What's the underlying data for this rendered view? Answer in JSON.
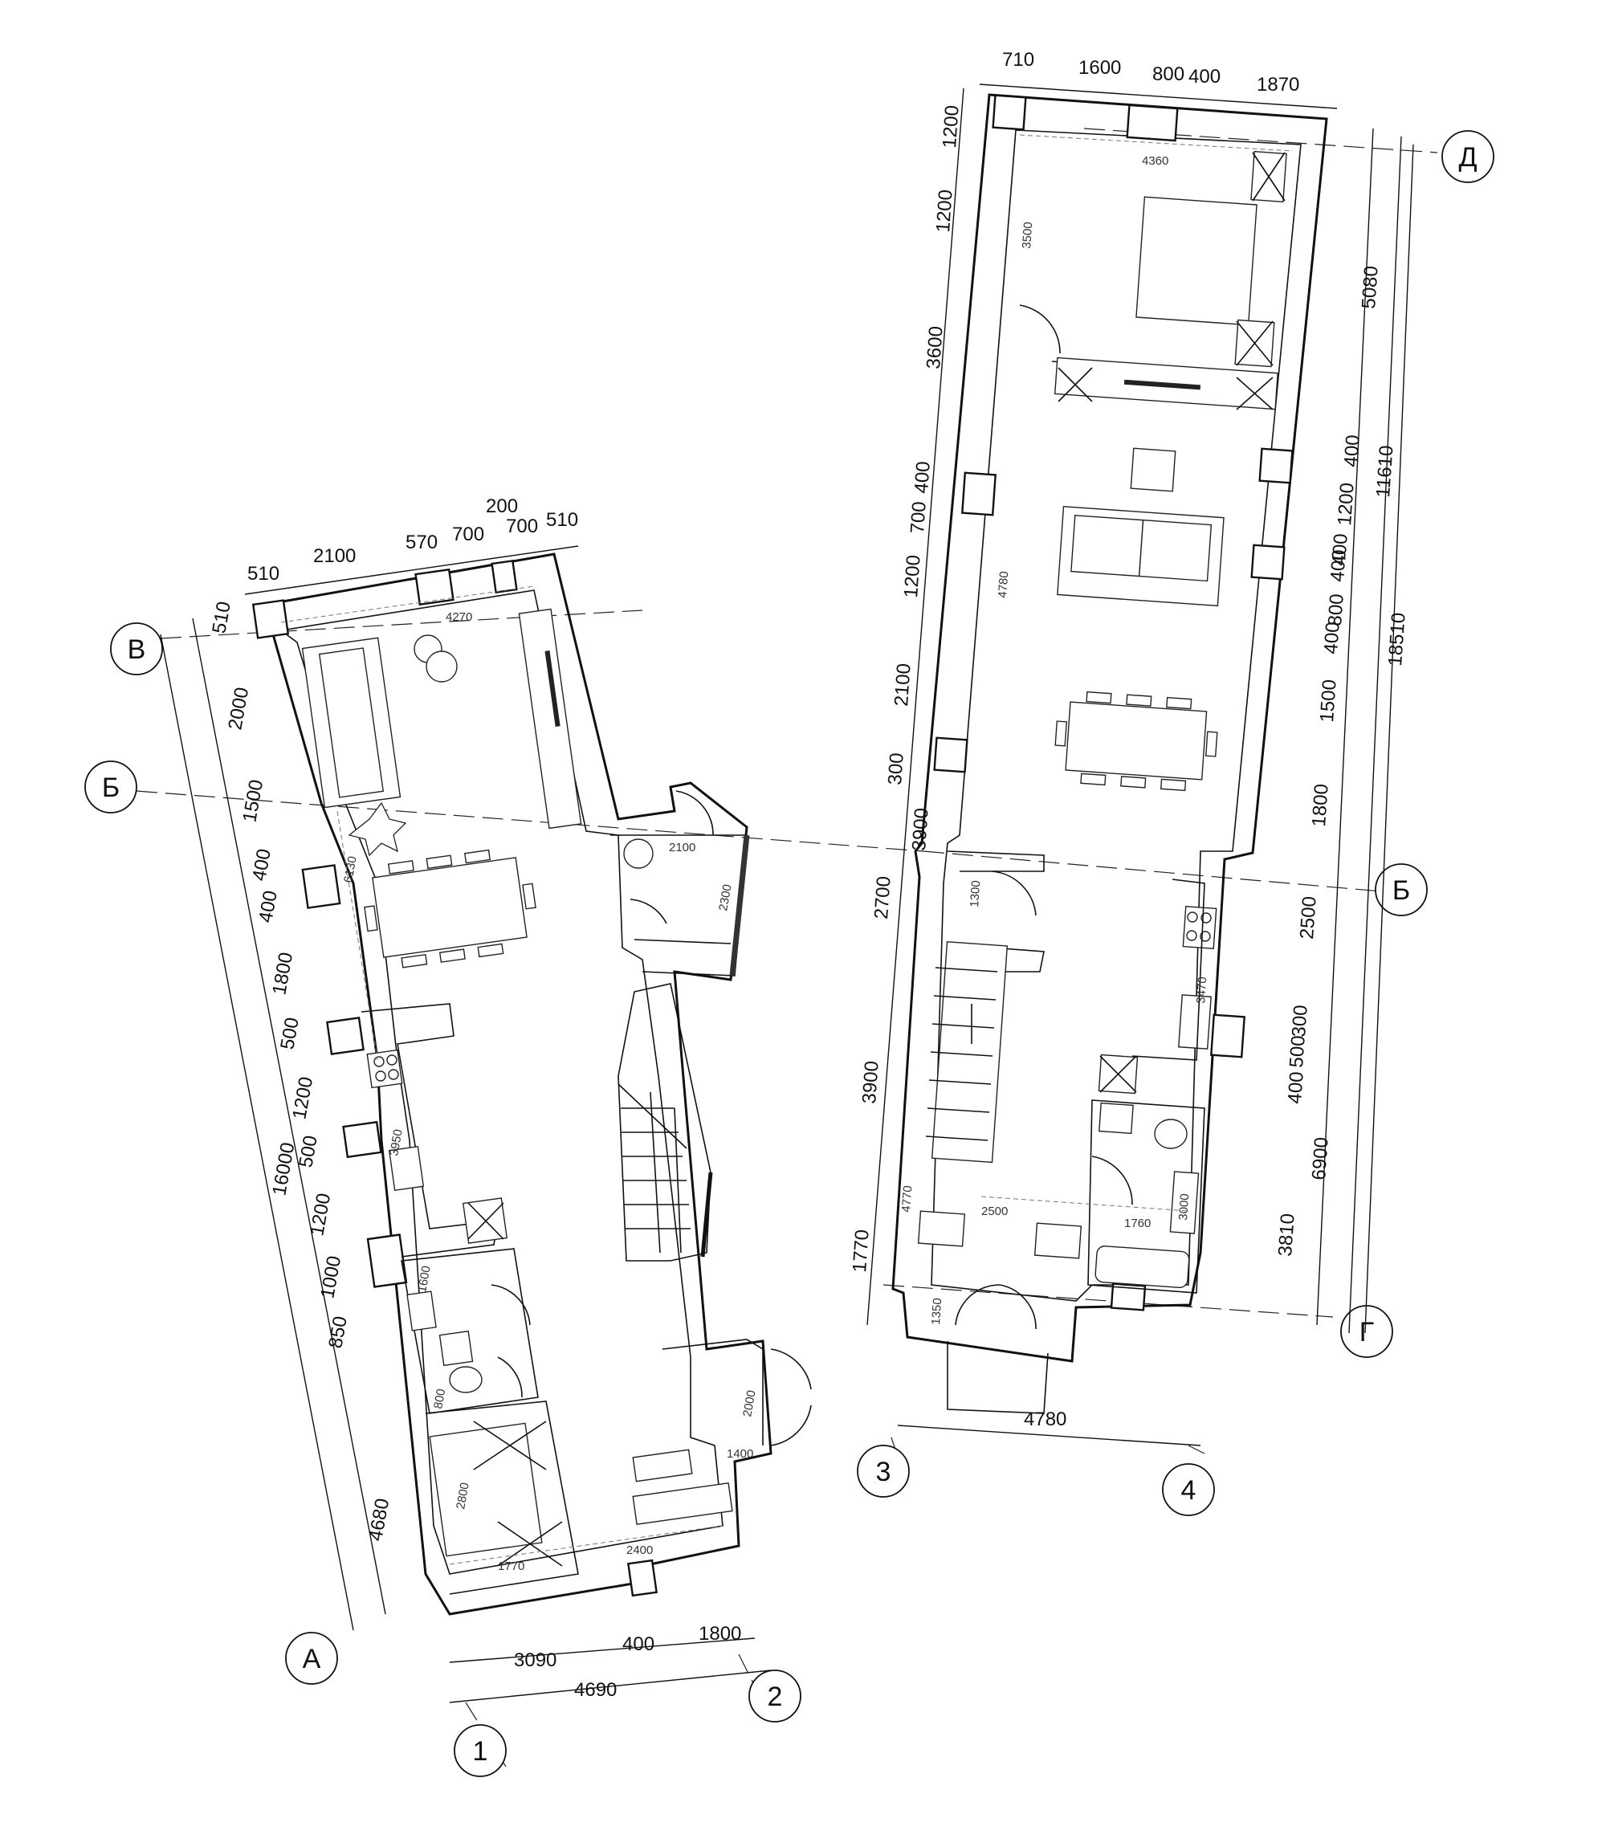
{
  "axes": {
    "v": "В",
    "b_left": "Б",
    "b_right": "Б",
    "a": "А",
    "d": "Д",
    "g": "Г",
    "one": "1",
    "two": "2",
    "three": "3",
    "four": "4"
  },
  "left_plan": {
    "top_dims": [
      "510",
      "2100",
      "570",
      "700",
      "200",
      "700",
      "510"
    ],
    "left_dims": [
      "510",
      "2000",
      "1500",
      "400",
      "400",
      "1800",
      "500",
      "1200",
      "500",
      "1200",
      "1000",
      "850"
    ],
    "overall_left": "16000",
    "lower_left": "4680",
    "bottom_dims": [
      "3090",
      "400",
      "1800"
    ],
    "bottom_total": "4690",
    "inner": {
      "top_width": "4270",
      "height": "6130",
      "vestibule_w": "2100",
      "vestibule_h": "2300",
      "kitchen": "3950",
      "bath_h": "1600",
      "wc_w": "800",
      "bedroom_h": "2800",
      "bedroom_w": "1770",
      "hall_w": "2400",
      "entry_h": "2000",
      "entry_w": "1400"
    }
  },
  "right_plan": {
    "top_dims": [
      "710",
      "1600",
      "800",
      "400",
      "1870"
    ],
    "left_dims": [
      "1200",
      "1200",
      "3600",
      "400",
      "700",
      "1200",
      "2100",
      "300",
      "3900",
      "2700",
      "3900",
      "1770"
    ],
    "right_dims": [
      "5080",
      "400",
      "1200",
      "400",
      "400",
      "800",
      "400",
      "1500",
      "1800",
      "2500",
      "300",
      "500",
      "400",
      "6900",
      "3810"
    ],
    "right_overall_1": "11610",
    "right_overall_2": "18510",
    "bottom_total": "4780",
    "inner": {
      "top_width": "4360",
      "bedroom_h": "3500",
      "living_h": "4780",
      "stair_h": "1300",
      "kitchen": "3470",
      "stair_run": "4770",
      "hall_w": "2500",
      "bath_w": "1760",
      "bath_h": "3000",
      "entry_h": "1350"
    }
  }
}
